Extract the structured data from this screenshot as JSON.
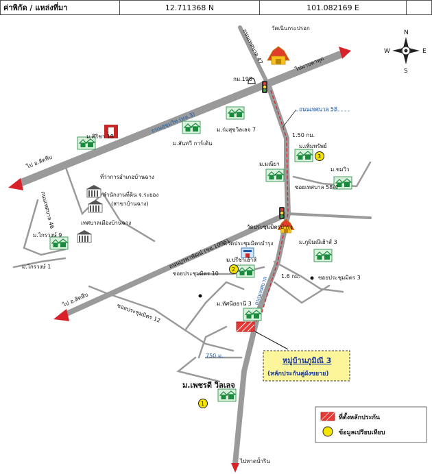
{
  "header": {
    "label": "ค่าพิกัด / แหล่งที่มา",
    "lat": "12.711368 N",
    "lon": "101.082169 E"
  },
  "compass": {
    "n": "N",
    "s": "S",
    "e": "E",
    "w": "W"
  },
  "places": {
    "wat_noen": "วัดเนินกระปรอก",
    "km198": "กม.198",
    "to_map_ta_phut": "ไปมาบตาพุด",
    "sukhumvit": "ถนนสุขุมวิท (ทล.3)",
    "thetsaban47": "ถนนเทศบาล 47",
    "thetsaban58": "ถนนเทศบาล 58",
    "siricha18": "ม.ศิริชา 18",
    "romsuk": "ม.ร่มสุขวิลเลจ 7",
    "santhawee": "ม.สันทวี การ์เด้น",
    "to_sattahip_top": "ไป อ.สัตหีบ",
    "district_office": "ที่ว่าการอำเภอบ้านฉาง",
    "land_office": "สำนักงานที่ดิน จ.ระยอง",
    "land_branch": "(สาขาบ้านฉาง)",
    "municipality": "เทศบาลเมืองบ้านฉาง",
    "thetsaban46": "ถนนเทศบาล 46",
    "kraiwong9": "ม.ไกรวงษ์ 9",
    "kraiwong1": "ม.ไกรวงษ์ 1",
    "dist150": "1.50 กม.",
    "phermsap": "ม.เพิ่มทรัพย์",
    "maneeya": "ม.มณียา",
    "chomwiw": "ม.ชมวิว",
    "soi584": "ซอยเทศบาล 58/4",
    "wat_prachum": "วัดประชุมมิตรบำรุง",
    "school": "ร.ร.วัดประชุมมิตรบำรุง",
    "bhumanee": "ม.ภูมิมณีเฮ้าส์ 3",
    "burapha": "ถนนบูรพาพัฒน์ (ชย.1035)",
    "prisa": "ม.ปรีชาเฮ้าส์",
    "soi10": "ซอยประชุมมิตร 10",
    "soi3": "ซอยประชุมมิตร 3",
    "dist16": "1.6 กม.",
    "thetsaban_rd": "ถนนเทศบาล",
    "tasanithani": "ม.ทัศนียธานี 3",
    "to_sattahip_bottom": "ไป อ.สัตหีบ",
    "soi12": "ซอยประชุมมิตร 12",
    "dist750": "750 ม.",
    "subject": "หมู่บ้านภูมิณี 3",
    "subject_sub": "(หลักประกันคู่ผังขยาย)",
    "phetdee": "ม.เพชรดี วิลเลจ",
    "to_nam_rin": "ไปหาดน้ำริน"
  },
  "markers": {
    "one": "1",
    "two": "2",
    "three": "3"
  },
  "legend": {
    "collateral": "ที่ตั้งหลักประกัน",
    "comparable": "ข้อมูลเปรียบเทียบ"
  },
  "colors": {
    "road": "#9a9a9a",
    "arrow": "#d8222a",
    "house": "#1a8a3c",
    "marker": "#f5e400",
    "callout": "#fdf59a",
    "route": "#d8222a"
  }
}
